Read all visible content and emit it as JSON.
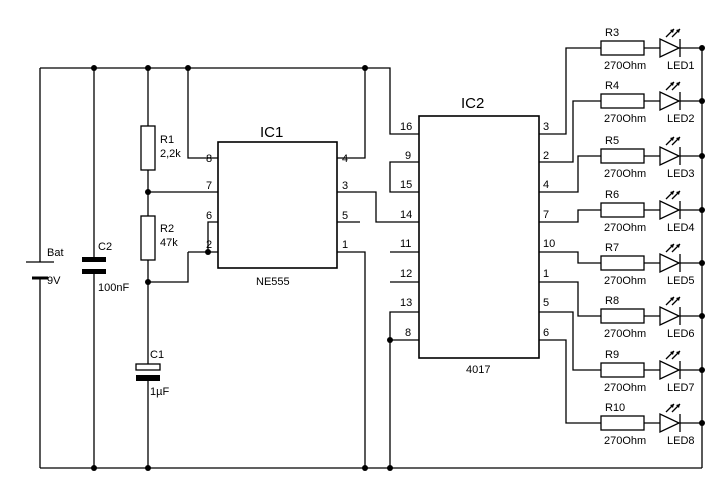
{
  "ic1": {
    "name": "IC1",
    "part": "NE555",
    "pins": [
      "8",
      "7",
      "6",
      "2",
      "4",
      "3",
      "5",
      "1"
    ]
  },
  "ic2": {
    "name": "IC2",
    "part": "4017",
    "left_pins": [
      "16",
      "9",
      "15",
      "14",
      "11",
      "12",
      "13",
      "8"
    ],
    "right_pins": [
      "3",
      "2",
      "4",
      "7",
      "10",
      "1",
      "5",
      "6"
    ]
  },
  "components": {
    "r1": {
      "ref": "R1",
      "value": "2,2k"
    },
    "r2": {
      "ref": "R2",
      "value": "47k"
    },
    "c1": {
      "ref": "C1",
      "value": "1µF"
    },
    "c2": {
      "ref": "C2",
      "value": "100nF"
    },
    "bat": {
      "ref": "Bat",
      "value": "9V"
    }
  },
  "leds": [
    {
      "resistor": "R3",
      "value": "270Ohm",
      "led": "LED1"
    },
    {
      "resistor": "R4",
      "value": "270Ohm",
      "led": "LED2"
    },
    {
      "resistor": "R5",
      "value": "270Ohm",
      "led": "LED3"
    },
    {
      "resistor": "R6",
      "value": "270Ohm",
      "led": "LED4"
    },
    {
      "resistor": "R7",
      "value": "270Ohm",
      "led": "LED5"
    },
    {
      "resistor": "R8",
      "value": "270Ohm",
      "led": "LED6"
    },
    {
      "resistor": "R9",
      "value": "270Ohm",
      "led": "LED7"
    },
    {
      "resistor": "R10",
      "value": "270Ohm",
      "led": "LED8"
    }
  ]
}
